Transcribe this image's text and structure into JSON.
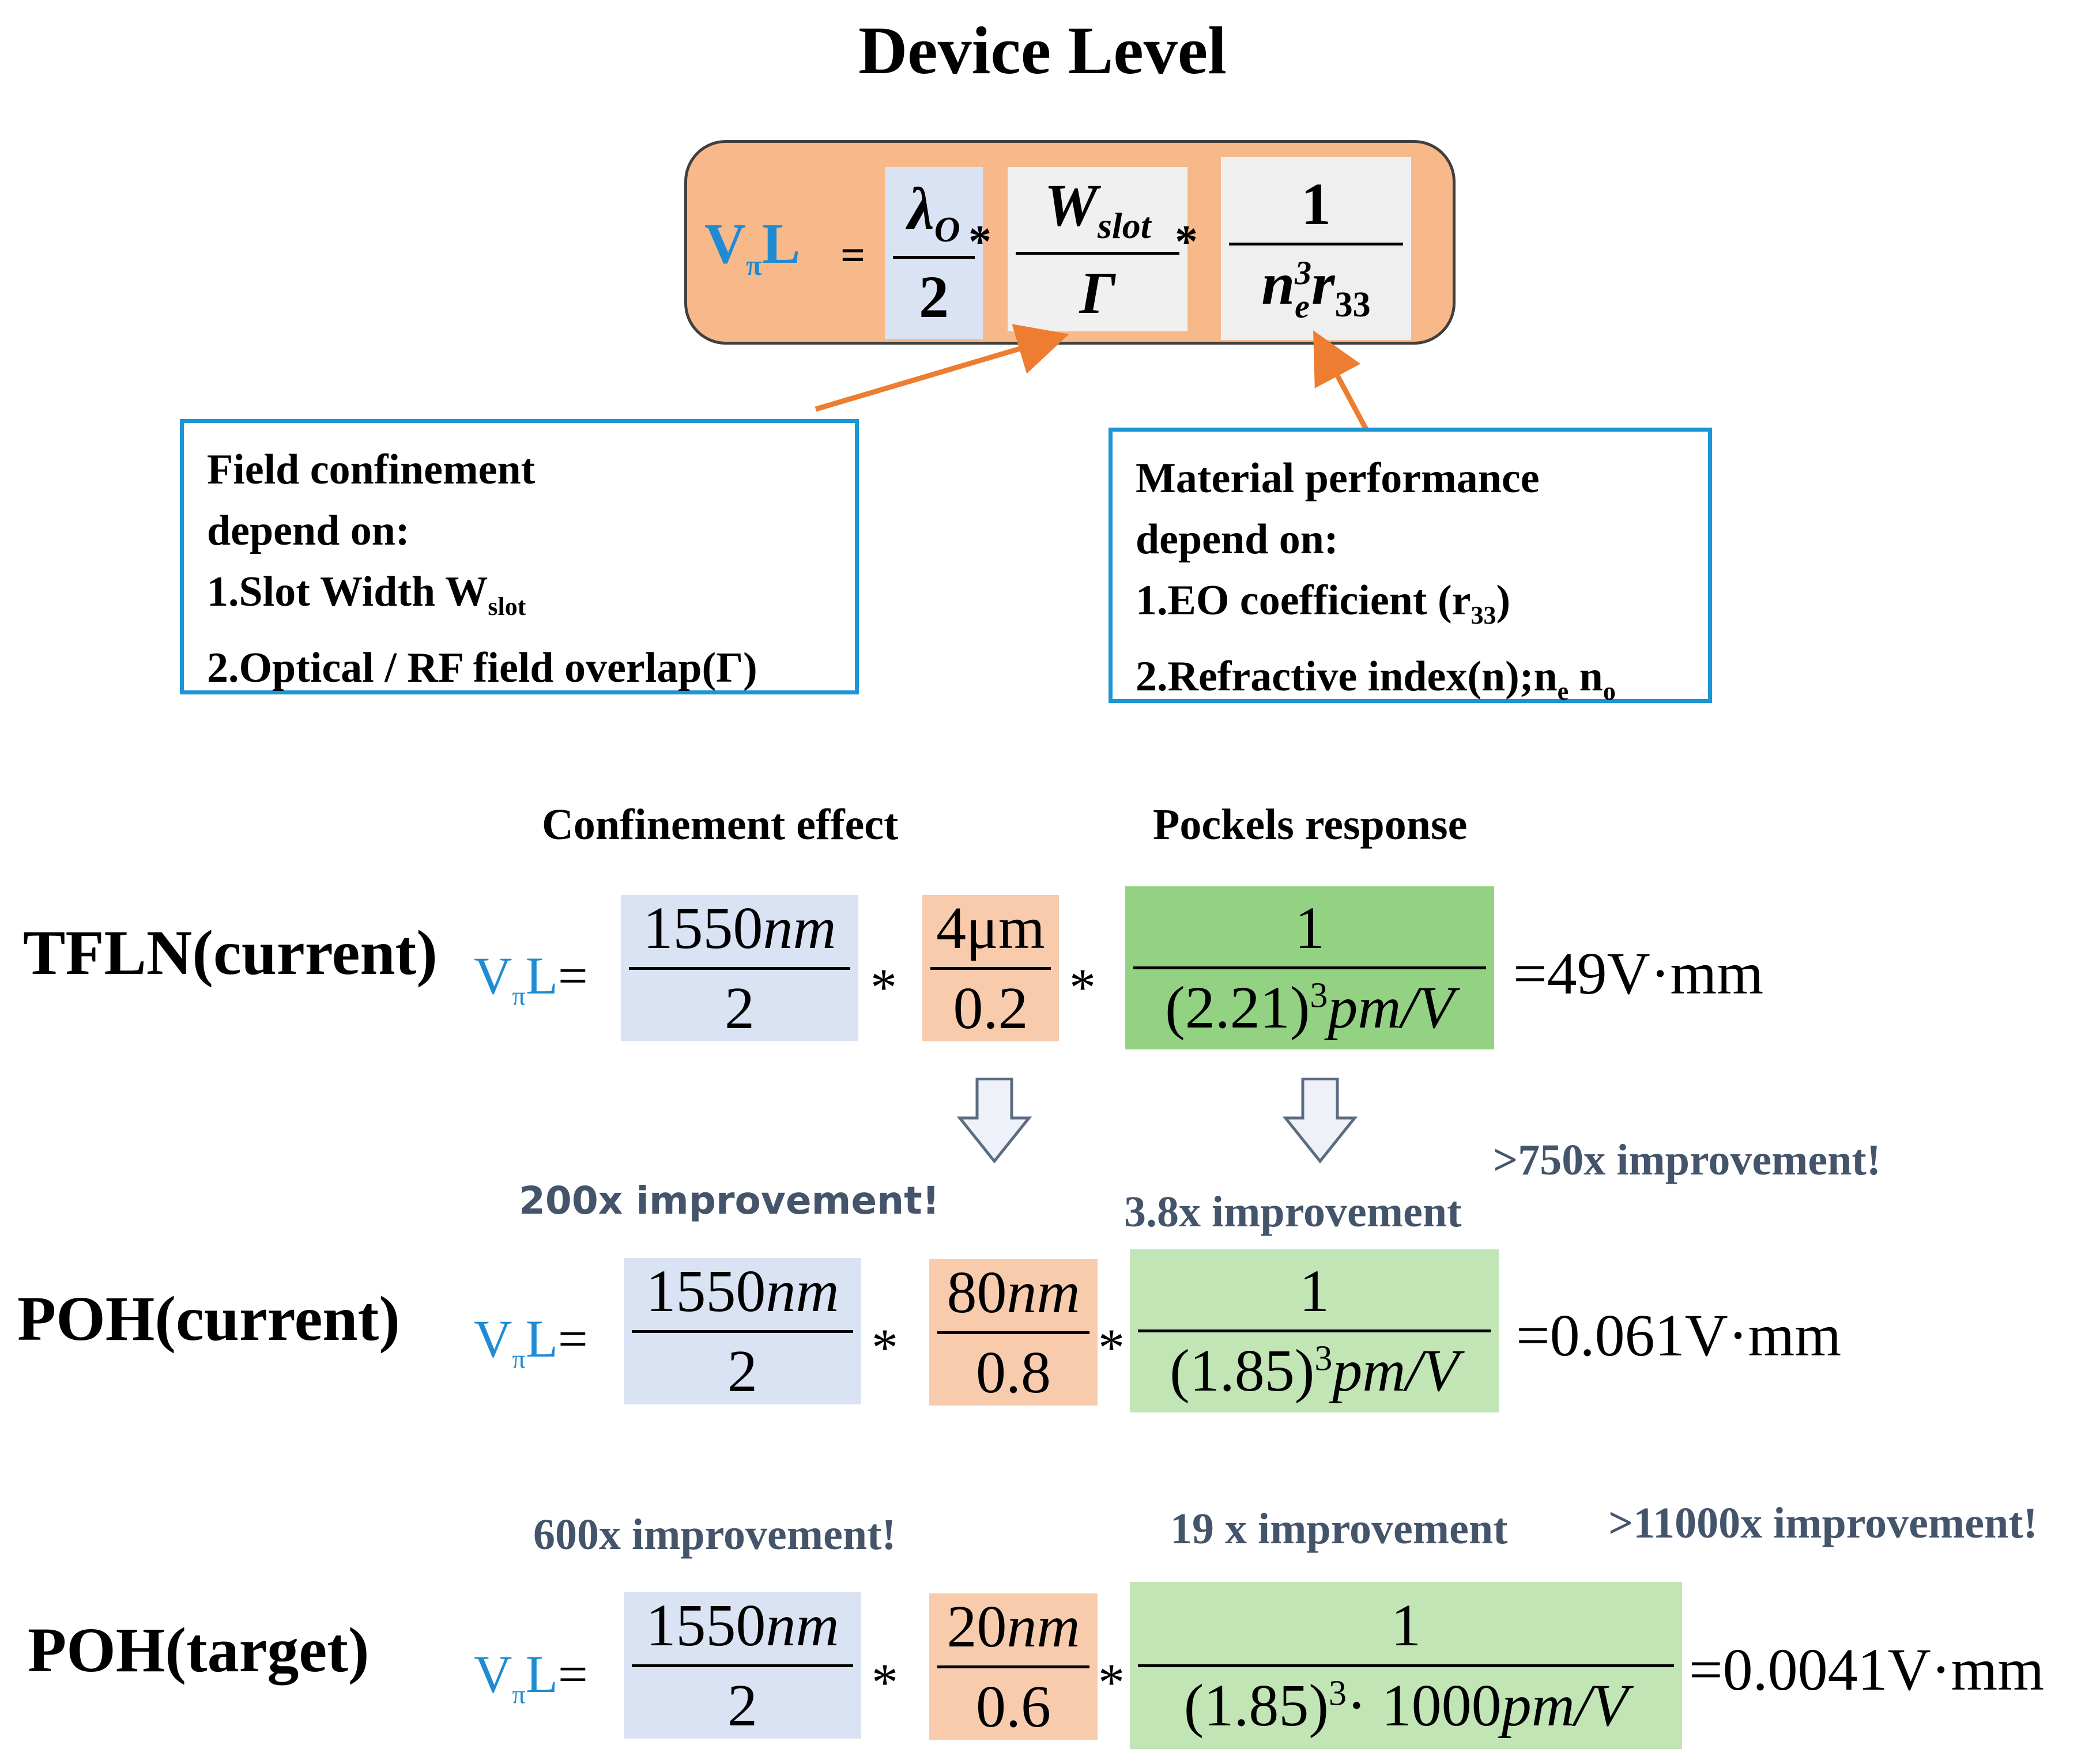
{
  "title": "Device Level",
  "formula": {
    "lhs_v": "V",
    "lhs_pi": "π",
    "lhs_l": "L",
    "equals": "=",
    "f1_num": "λ",
    "f1_num_sub": "O",
    "f1_den": "2",
    "f2_num": "W",
    "f2_num_sub": "slot",
    "f2_den": "Γ",
    "f3_num": "1",
    "f3_den_n": "n",
    "f3_den_sup": "3",
    "f3_den_sub": "e",
    "f3_den_r": "r",
    "f3_den_rsub": "33",
    "star": "*"
  },
  "box_field": {
    "line1": "Field confinement",
    "line2": "depend on:",
    "line3": "1.Slot Width W",
    "line3_sub": "slot",
    "line4": "2.Optical / RF field overlap(Γ)"
  },
  "box_material": {
    "line1": "Material performance",
    "line2": "depend on:",
    "line3": "1.EO coefficient (r",
    "line3_sub": "33",
    "line3_end": ")",
    "line4": "2.Refractive index(n);n",
    "line4_sub1": "e",
    "line4_mid": " n",
    "line4_sub2": "o"
  },
  "headers": {
    "confinement": "Confinement effect",
    "pockels": "Pockels response"
  },
  "rows": [
    {
      "label": "TFLN(current)",
      "vpi_v": "V",
      "vpi_pi": "π",
      "vpi_l": "L",
      "eq": "=",
      "f1_num": "1550",
      "f1_num_unit": "nm",
      "f1_den": "2",
      "f2_num": "4μm",
      "f2_den": "0.2",
      "f3_num": "1",
      "f3_den": "(2.21)",
      "f3_sup": "3",
      "f3_unit": "pm/V",
      "result": "=49V·mm"
    },
    {
      "label": "POH(current)",
      "vpi_v": "V",
      "vpi_pi": "π",
      "vpi_l": "L",
      "eq": "=",
      "f1_num": "1550",
      "f1_num_unit": "nm",
      "f1_den": "2",
      "f2_num": "80",
      "f2_num_unit": "nm",
      "f2_den": "0.8",
      "f3_num": "1",
      "f3_den": "(1.85)",
      "f3_sup": "3",
      "f3_unit": "pm/V",
      "result": "=0.061V·mm"
    },
    {
      "label": "POH(target)",
      "vpi_v": "V",
      "vpi_pi": "π",
      "vpi_l": "L",
      "eq": "=",
      "f1_num": "1550",
      "f1_num_unit": "nm",
      "f1_den": "2",
      "f2_num": "20",
      "f2_num_unit": "nm",
      "f2_den": "0.6",
      "f3_num": "1",
      "f3_den": "(1.85)",
      "f3_sup": "3",
      "f3_mid": "· 1000",
      "f3_unit": "pm/V",
      "result": "=0.0041V·mm"
    }
  ],
  "improvements": {
    "poh_conf": "200x improvement!",
    "poh_pockels": "3.8x improvement",
    "poh_total": ">750x improvement!",
    "target_conf": "600x improvement!",
    "target_pockels": "19 x improvement",
    "target_total": ">11000x improvement!"
  },
  "colors": {
    "blue_fill": "#dae3f3",
    "orange_fill": "#f8cbad",
    "green_fill": "#93d283",
    "light_green_fill": "#c1e5b5",
    "top_box_fill": "#f8b98a",
    "info_box_border": "#1b96d4",
    "arrow": "#ed7d31",
    "vpil_text": "#1f8bd2",
    "improvement_text": "#44546a"
  }
}
